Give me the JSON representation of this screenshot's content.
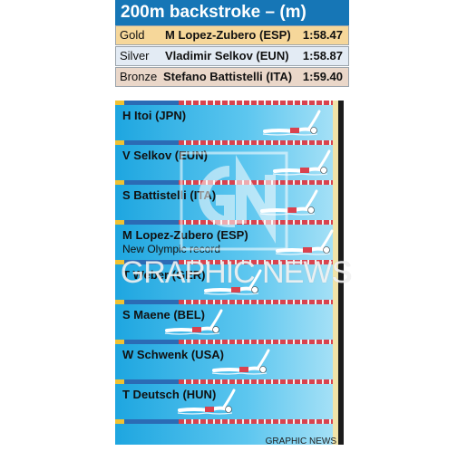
{
  "title": "200m backstroke – (m)",
  "medals": [
    {
      "medal": "Gold",
      "name": "M Lopez-Zubero (ESP)",
      "time": "1:58.47",
      "color": "#f6d79a"
    },
    {
      "medal": "Silver",
      "name": "Vladimir Selkov (EUN)",
      "time": "1:58.87",
      "color": "#e3ebf4"
    },
    {
      "medal": "Bronze",
      "name": "Stefano Battistelli (ITA)",
      "time": "1:59.40",
      "color": "#ead7c9"
    }
  ],
  "lanes": [
    {
      "name": "H Itoi (JPN)",
      "note": "",
      "finish_fraction": 0.92
    },
    {
      "name": "V Selkov (EUN)",
      "note": "",
      "finish_fraction": 0.98
    },
    {
      "name": "S Battistelli (ITA)",
      "note": "",
      "finish_fraction": 0.9
    },
    {
      "name": "M Lopez-Zubero (ESP)",
      "note": "New Olympic record",
      "finish_fraction": 1.0
    },
    {
      "name": "T Weber (GER)",
      "note": "",
      "finish_fraction": 0.55
    },
    {
      "name": "S Maene (BEL)",
      "note": "",
      "finish_fraction": 0.3
    },
    {
      "name": "W Schwenk (USA)",
      "note": "",
      "finish_fraction": 0.6
    },
    {
      "name": "T Deutsch (HUN)",
      "note": "",
      "finish_fraction": 0.38
    }
  ],
  "watermark": {
    "logo": "GN",
    "text": "GRAPHIC NEWS"
  },
  "credit": "GRAPHIC NEWS",
  "colors": {
    "title_bg": "#1676b6",
    "water": "#3bb5e8",
    "lane_red": "#d9424e",
    "lane_blue": "#2b6bb5"
  }
}
